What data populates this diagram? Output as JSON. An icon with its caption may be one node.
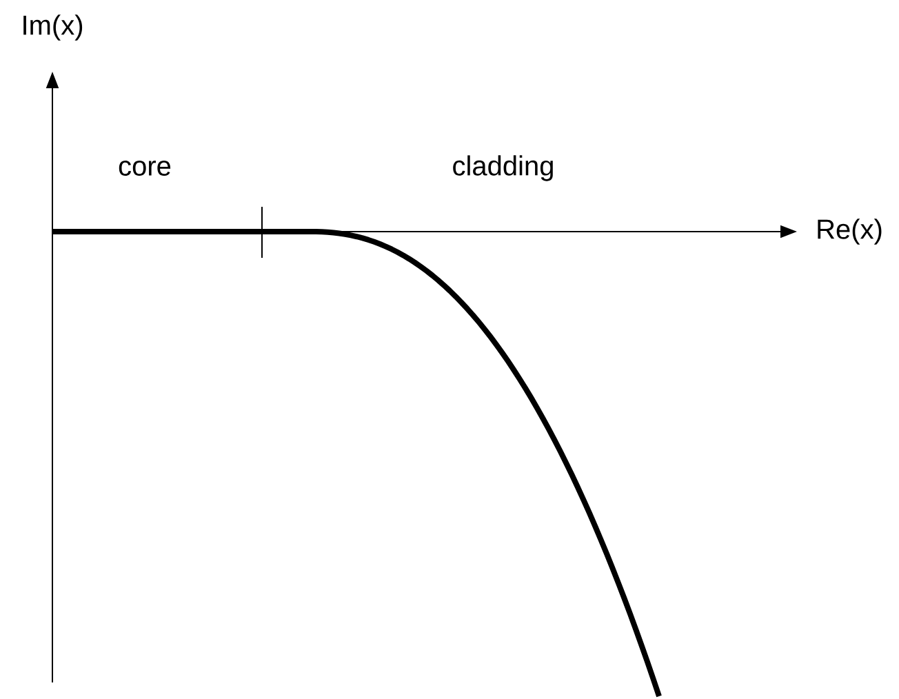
{
  "diagram": {
    "labels": [
      "Im(x)",
      "core",
      "cladding",
      "Re(x)"
    ]
  }
}
